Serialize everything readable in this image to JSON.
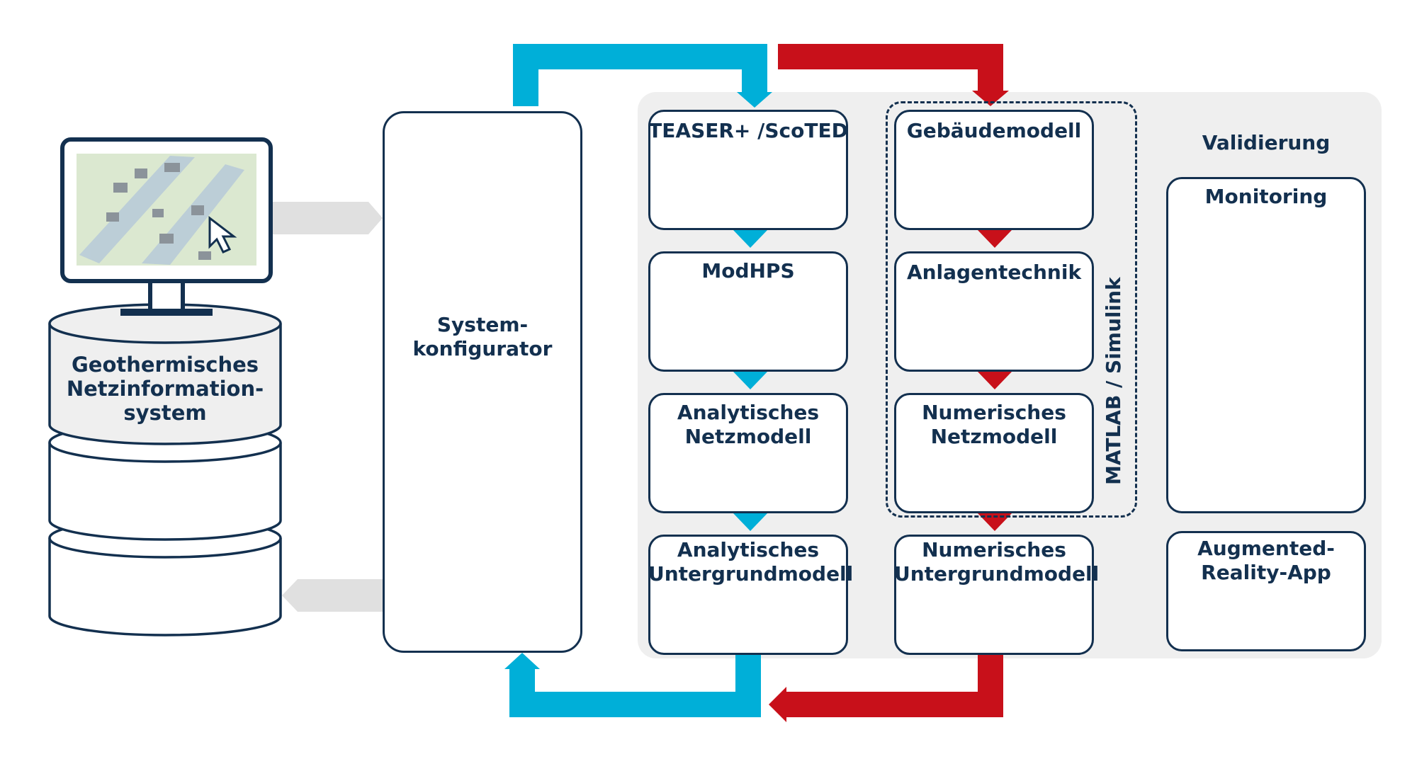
{
  "colors": {
    "navy": "#13304f",
    "blue": "#00afd8",
    "red": "#c8101a",
    "gray": "#e0e0e0",
    "panel": "#efefef"
  },
  "database": {
    "label": "Geothermisches\nNetzinformation-\nsystem"
  },
  "configurator": {
    "label": "System-\nkonfigurator",
    "icon": "hierarchy-icon"
  },
  "column_left": {
    "boxes": [
      {
        "title": "TEASER+ /ScoTED",
        "icon": "house-load-profile-icon"
      },
      {
        "title": "ModHPS",
        "icon": "heatpump-scheme-icon"
      },
      {
        "title": "Analytisches\nNetzmodell",
        "icon": "network-icon"
      },
      {
        "title": "Analytisches\nUntergrundmodell",
        "icon": "contour-map-icon"
      }
    ]
  },
  "column_mid": {
    "boxes": [
      {
        "title": "Gebäudemodell",
        "icon": "house-outline-icon"
      },
      {
        "title": "Anlagentechnik",
        "icon": "radiator-icon"
      },
      {
        "title": "Numerisches\nNetzmodell",
        "icon": "network-icon"
      },
      {
        "title": "Numerisches\nUntergrundmodell",
        "icon": "subsurface-block-icon"
      }
    ],
    "group_label": "MATLAB / Simulink"
  },
  "column_right": {
    "heading": "Validierung",
    "monitoring": {
      "title": "Monitoring",
      "icon": "district-map-magnifier-icon"
    },
    "ar": {
      "title": "Augmented-\nReality-App",
      "icon": "3d-glasses-icon"
    }
  }
}
